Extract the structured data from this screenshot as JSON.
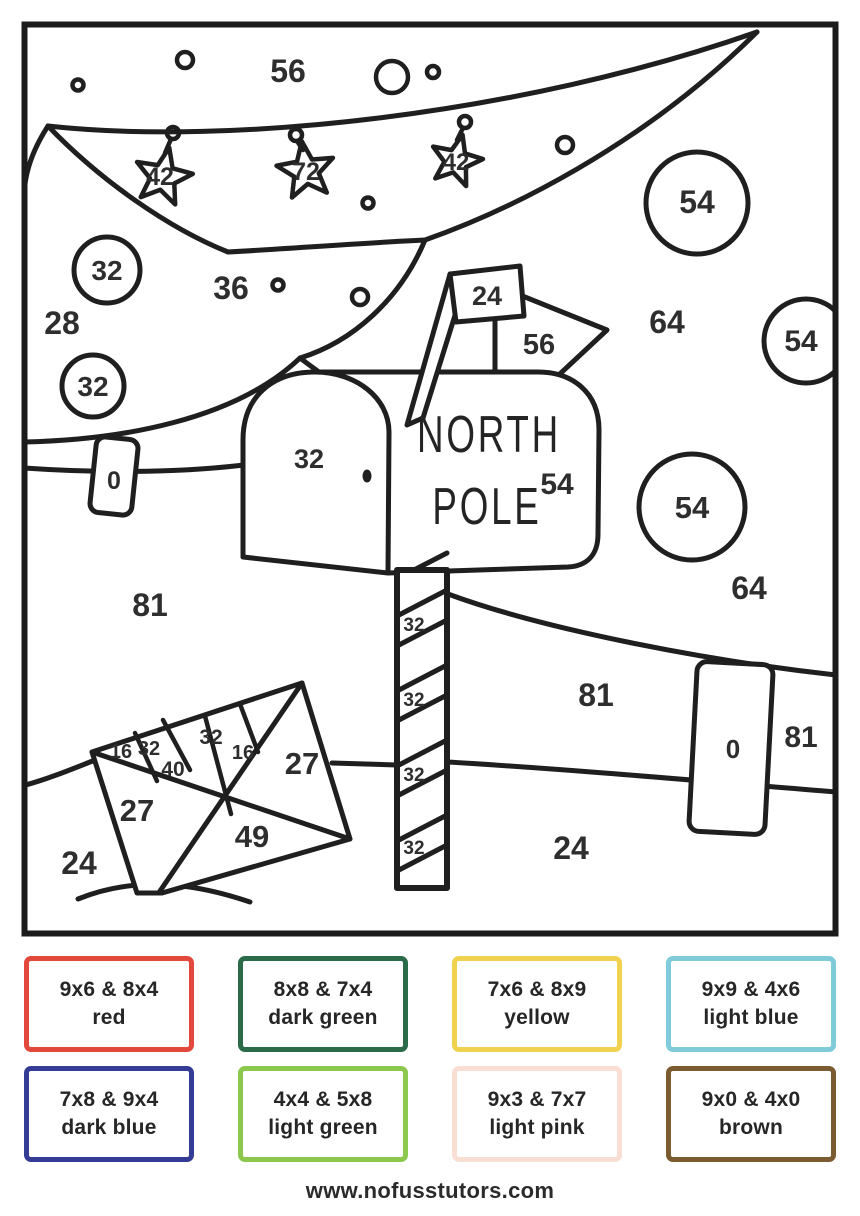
{
  "scene": {
    "mailbox": {
      "line1": "NORTH",
      "line2": "POLE"
    },
    "labels": [
      "56",
      "42",
      "72",
      "42",
      "54",
      "32",
      "36",
      "28",
      "24",
      "56",
      "64",
      "54",
      "32",
      "0",
      "32",
      "54",
      "54",
      "64",
      "81",
      "32",
      "32",
      "81",
      "0",
      "81",
      "32",
      "16",
      "32",
      "40",
      "32",
      "16",
      "27",
      "27",
      "49",
      "24",
      "32",
      "24"
    ]
  },
  "legend": {
    "items": [
      {
        "problems": "9x6 & 8x4",
        "color_name": "red",
        "color": "#e2483b"
      },
      {
        "problems": "8x8 & 7x4",
        "color_name": "dark green",
        "color": "#2c6b4a"
      },
      {
        "problems": "7x6 & 8x9",
        "color_name": "yellow",
        "color": "#f1d24f"
      },
      {
        "problems": "9x9 & 4x6",
        "color_name": "light blue",
        "color": "#7fcbd9"
      },
      {
        "problems": "7x8 & 9x4",
        "color_name": "dark blue",
        "color": "#343c96"
      },
      {
        "problems": "4x4 & 5x8",
        "color_name": "light green",
        "color": "#8cc84e"
      },
      {
        "problems": "9x3 & 7x7",
        "color_name": "light pink",
        "color": "#f9ded3"
      },
      {
        "problems": "9x0 & 4x0",
        "color_name": "brown",
        "color": "#7b5b30"
      }
    ]
  },
  "footer": {
    "url": "www.nofusstutors.com"
  }
}
